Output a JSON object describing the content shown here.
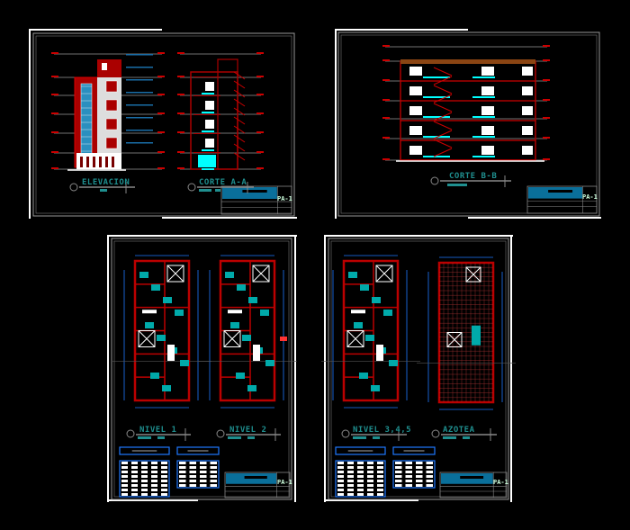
{
  "colors": {
    "background": "#000000",
    "wall": "#b01010",
    "accent": "#00b4c8",
    "label": "#1f8f8f",
    "frame": "#9a9a9a",
    "table": "#1e78ff"
  },
  "sheets": [
    {
      "views": [
        {
          "label": "ELEVACION"
        },
        {
          "label": "CORTE A-A"
        }
      ],
      "code": "PA-1"
    },
    {
      "views": [
        {
          "label": "CORTE B-B"
        }
      ],
      "code": "PA-1"
    },
    {
      "views": [
        {
          "label": "NIVEL 1"
        },
        {
          "label": "NIVEL 2"
        }
      ],
      "code": "PA-1"
    },
    {
      "views": [
        {
          "label": "NIVEL 3,4,5"
        },
        {
          "label": "AZOTEA"
        }
      ],
      "code": "PA-1"
    }
  ]
}
